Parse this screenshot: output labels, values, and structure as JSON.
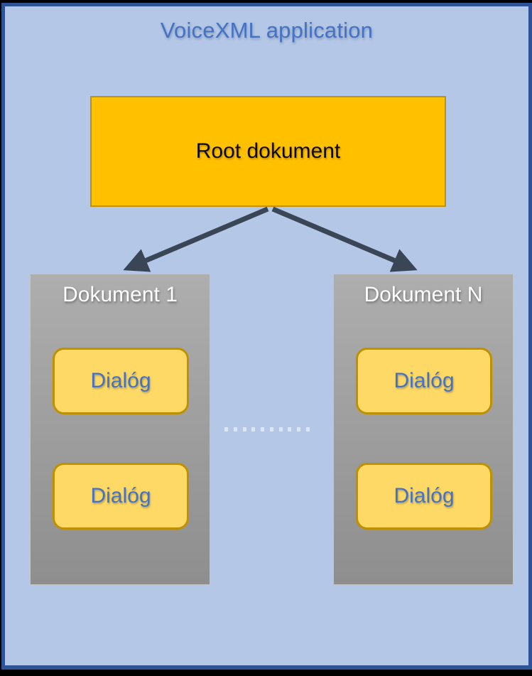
{
  "title": "VoiceXML application",
  "root": {
    "label": "Root dokument"
  },
  "documents": [
    {
      "label": "Dokument 1",
      "dialogs": [
        "Dialóg",
        "Dialóg"
      ]
    },
    {
      "label": "Dokument N",
      "dialogs": [
        "Dialóg",
        "Dialóg"
      ]
    }
  ],
  "separator": {
    "style": "square-dotted",
    "dot_count": 10
  },
  "colors": {
    "background": "#b4c7e7",
    "frame_border": "#2e5296",
    "title_text": "#4472c4",
    "root_fill": "#ffc000",
    "root_border": "#c09302",
    "root_text": "#0a0a0a",
    "document_fill_top": "#aeaeae",
    "document_fill_bottom": "#8e8e8e",
    "document_text": "#ffffff",
    "dialog_fill": "#ffd966",
    "dialog_border": "#bf9000",
    "dialog_text": "#4472c4",
    "arrow": "#3a4656",
    "dots": "#dce5f4"
  }
}
